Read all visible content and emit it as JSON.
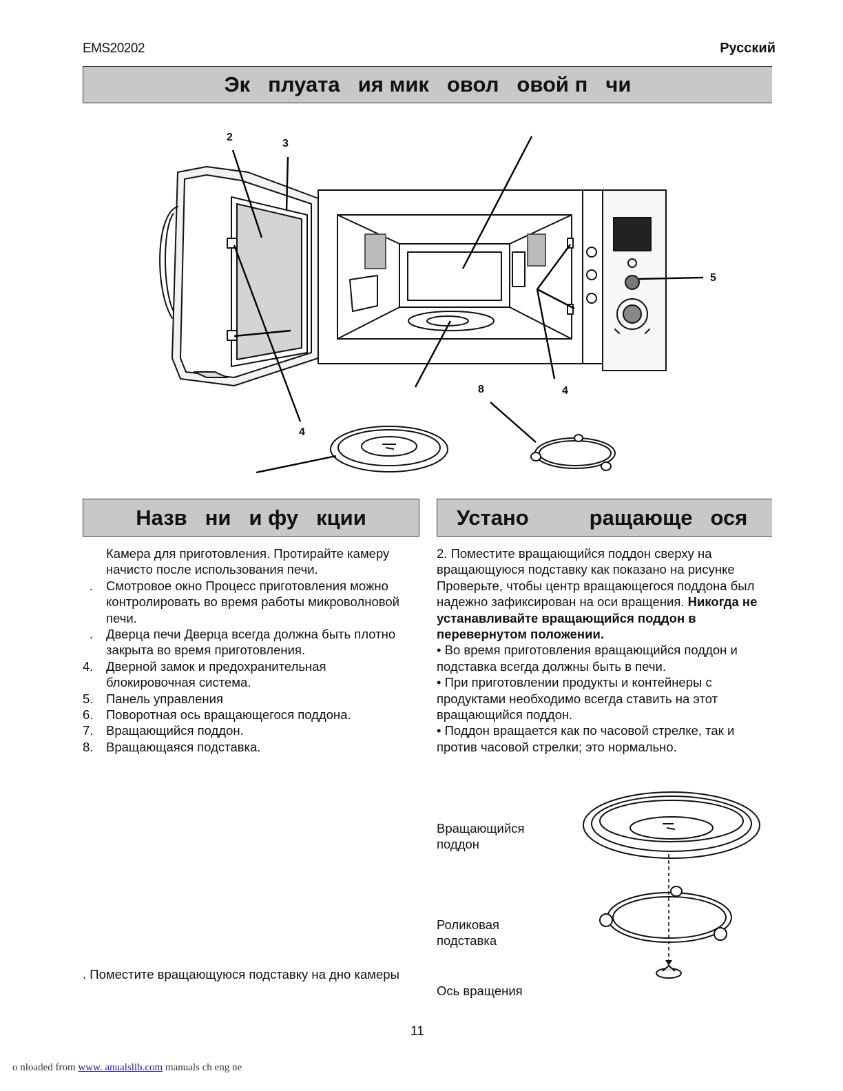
{
  "header": {
    "model": "EMS20202",
    "language": "Русский"
  },
  "main_title": [
    "Эк",
    "плуата",
    "ия мик",
    "овол",
    "овой п",
    "чи"
  ],
  "callouts": {
    "c2": "2",
    "c3": "3",
    "c4a": "4",
    "c4b": "4",
    "c5": "5",
    "c8": "8"
  },
  "names_section": {
    "title": [
      "Назв",
      "ни",
      "и фу",
      "кции"
    ],
    "items": [
      {
        "num": "",
        "text": "Камера для приготовления. Протирайте камеру начисто после использования печи."
      },
      {
        "num": ".",
        "text": "Смотровое окно  Процесс приготовления можно контролировать во время работы микроволновой печи."
      },
      {
        "num": ".",
        "text": "Дверца печи  Дверца всегда должна быть плотно закрыта во время приготовления."
      },
      {
        "num": "4.",
        "text": "Дверной замок и предохранительная блокировочная система."
      },
      {
        "num": "5.",
        "text": "Панель управления"
      },
      {
        "num": "6.",
        "text": "Поворотная ось вращающегося поддона."
      },
      {
        "num": "7.",
        "text": "Вращающийся поддон."
      },
      {
        "num": "8.",
        "text": "Вращающаяся подставка."
      }
    ],
    "step1": ". Поместите вращающуюся подставку на дно камеры"
  },
  "install_section": {
    "title": [
      "Устано",
      "ращающе",
      "ося"
    ],
    "step2_plain": "2. Поместите вращающийся поддон сверху на вращающуюся подставку  как показано на рисунке  Проверьте, чтобы центр вращающегося поддона был надежно зафиксирован на оси вращения. ",
    "step2_bold": "Никогда не устанавливайте вращающийся поддон в перевернутом положении.",
    "bullets": [
      "• Во время приготовления вращающийся поддон и подставка всегда должны быть в печи.",
      "• При приготовлении продукты и контейнеры с продуктами необходимо всегда ставить на этот вращающийся поддон.",
      "• Поддон вращается как по часовой стрелке, так и против часовой стрелки; это нормально."
    ],
    "labels": {
      "tray": [
        "Вращающийся",
        "поддон"
      ],
      "roller": [
        "Роликовая",
        "подставка"
      ],
      "axis": "Ось вращения"
    }
  },
  "page_number": "11",
  "footer": {
    "prefix": "o   nloaded from ",
    "link": "www.   anualslib.com",
    "suffix": "  manuals         ch eng ne"
  }
}
